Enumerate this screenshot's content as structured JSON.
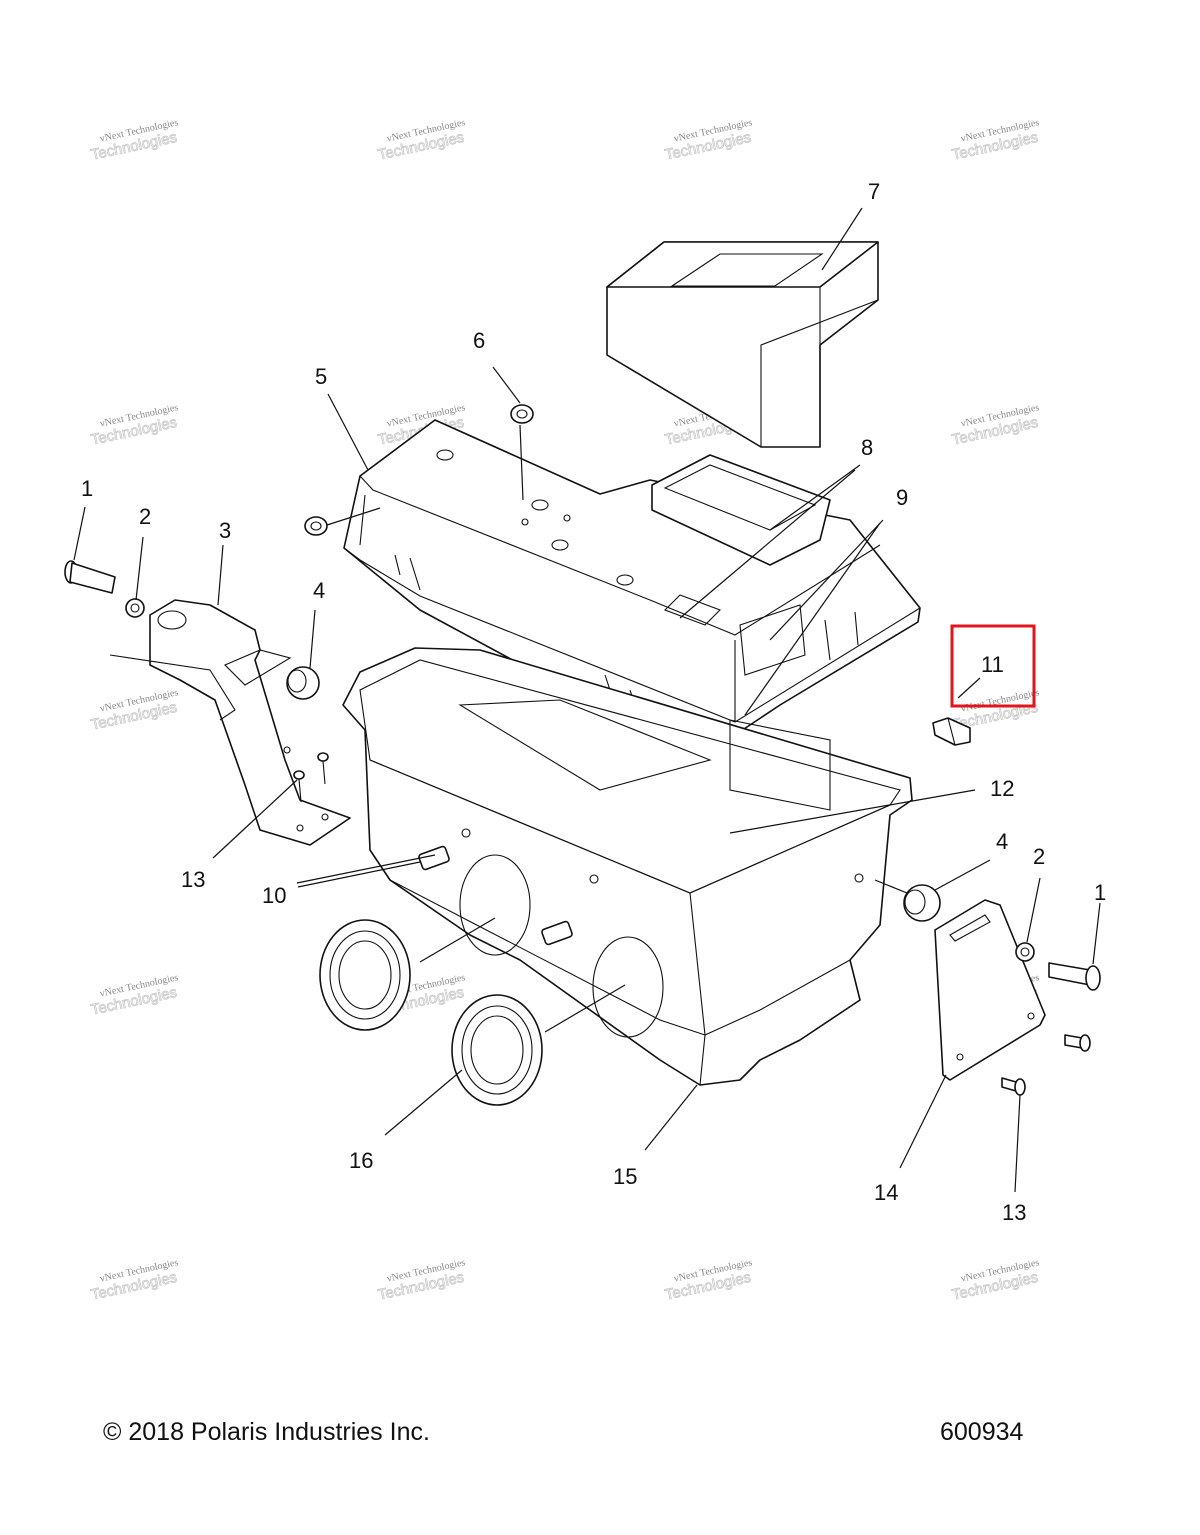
{
  "diagram": {
    "callouts": [
      "1",
      "2",
      "3",
      "4",
      "5",
      "6",
      "7",
      "8",
      "9",
      "10",
      "11",
      "12",
      "13",
      "14",
      "15",
      "16"
    ],
    "highlighted_callout": "11",
    "highlight_color": "#e0161c",
    "watermark_line1": "vNext Technologies",
    "watermark_line2": "Technologies"
  },
  "footer": {
    "copyright": "© 2018 Polaris Industries Inc.",
    "diagram_id": "600934"
  }
}
